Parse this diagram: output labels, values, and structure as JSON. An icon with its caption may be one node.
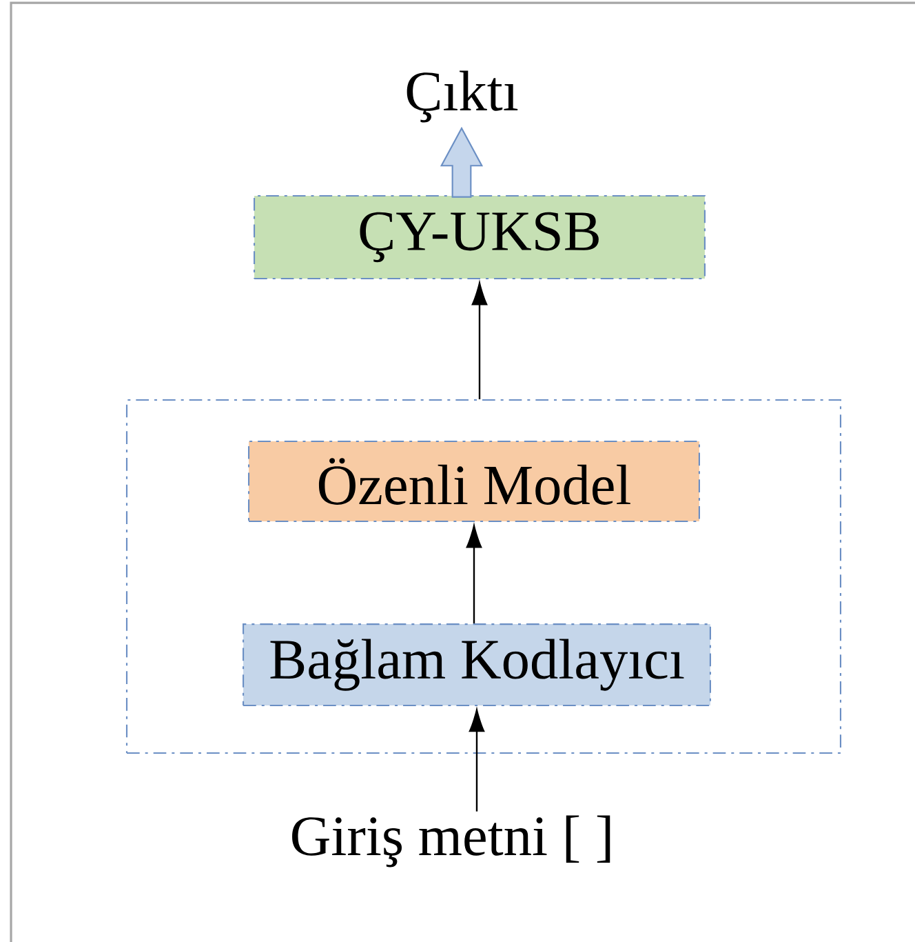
{
  "diagram": {
    "nodes": [
      {
        "text": [
          "Çıktı"
        ]
      },
      {
        "text": [
          "ÇY-UKSB"
        ]
      },
      {
        "text": [],
        "shape": "box"
      },
      {
        "text": [
          "Özenli Model"
        ],
        "in": 2
      },
      {
        "text": [
          "Bağlam Kodlayıcı"
        ],
        "in": 2
      },
      {
        "text": [
          "Giriş metni [ ]"
        ]
      }
    ],
    "edges": [
      {
        "from": 5,
        "to": 4,
        "arrow": "to"
      },
      {
        "from": 4,
        "to": 3,
        "arrow": "to"
      },
      {
        "from": 2,
        "to": 1,
        "arrow": "to"
      },
      {
        "from": 1,
        "to": 0,
        "arrow": "to",
        "style": "thick",
        "color": "#c5d6ec"
      }
    ]
  }
}
